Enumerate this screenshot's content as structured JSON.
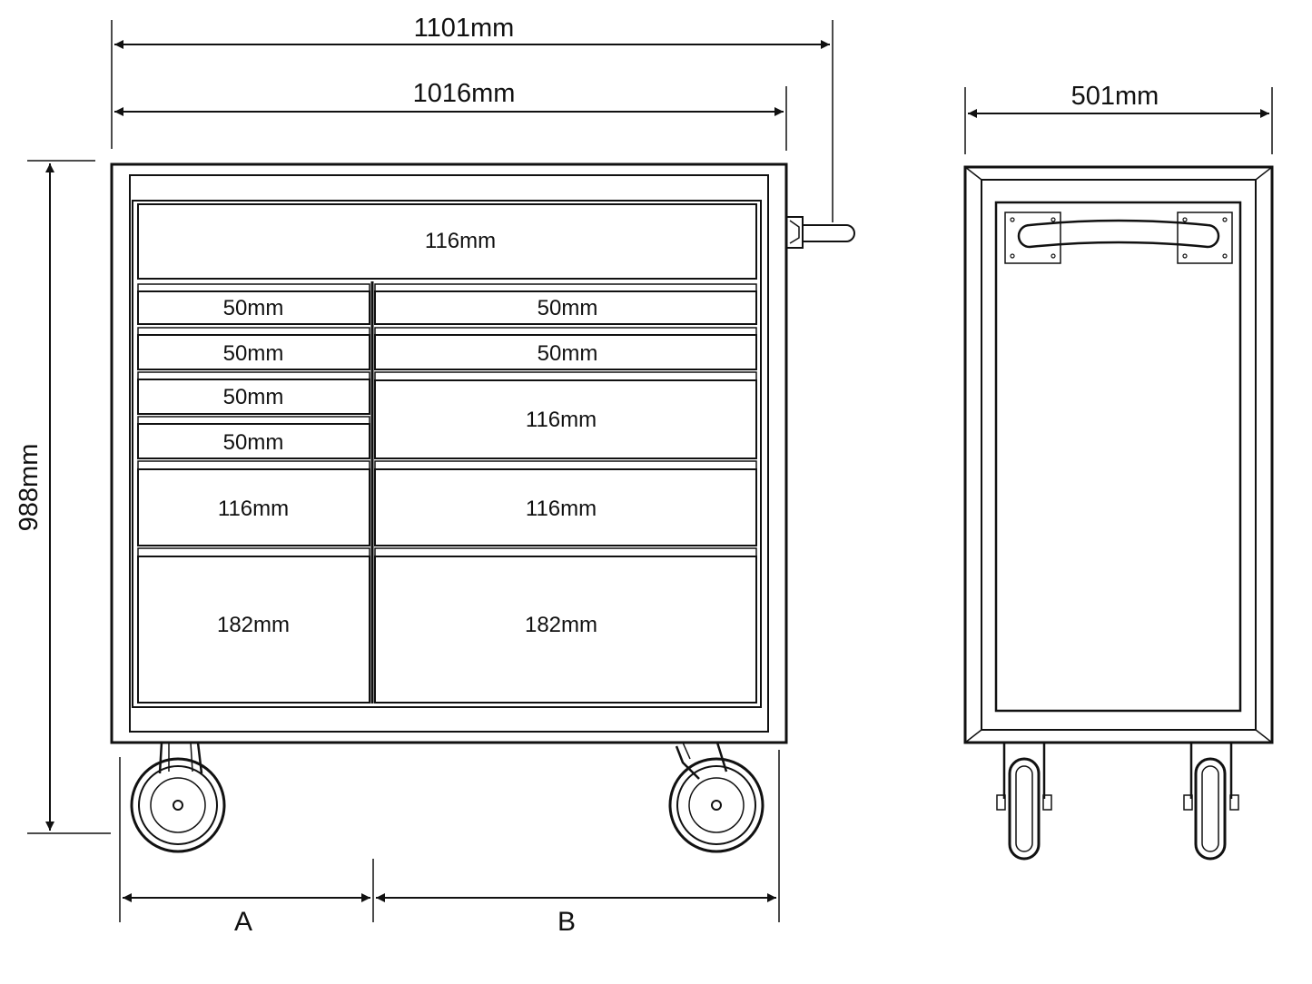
{
  "dimensions": {
    "overall_width": "1101mm",
    "body_width": "1016mm",
    "height": "988mm",
    "depth": "501mm",
    "section_a": "A",
    "section_b": "B"
  },
  "drawers": {
    "top": "116mm",
    "left": [
      "50mm",
      "50mm",
      "50mm",
      "50mm",
      "116mm",
      "182mm"
    ],
    "right": [
      "50mm",
      "50mm",
      "116mm",
      "116mm",
      "182mm"
    ]
  },
  "colors": {
    "line": "#111111",
    "background": "#ffffff"
  }
}
